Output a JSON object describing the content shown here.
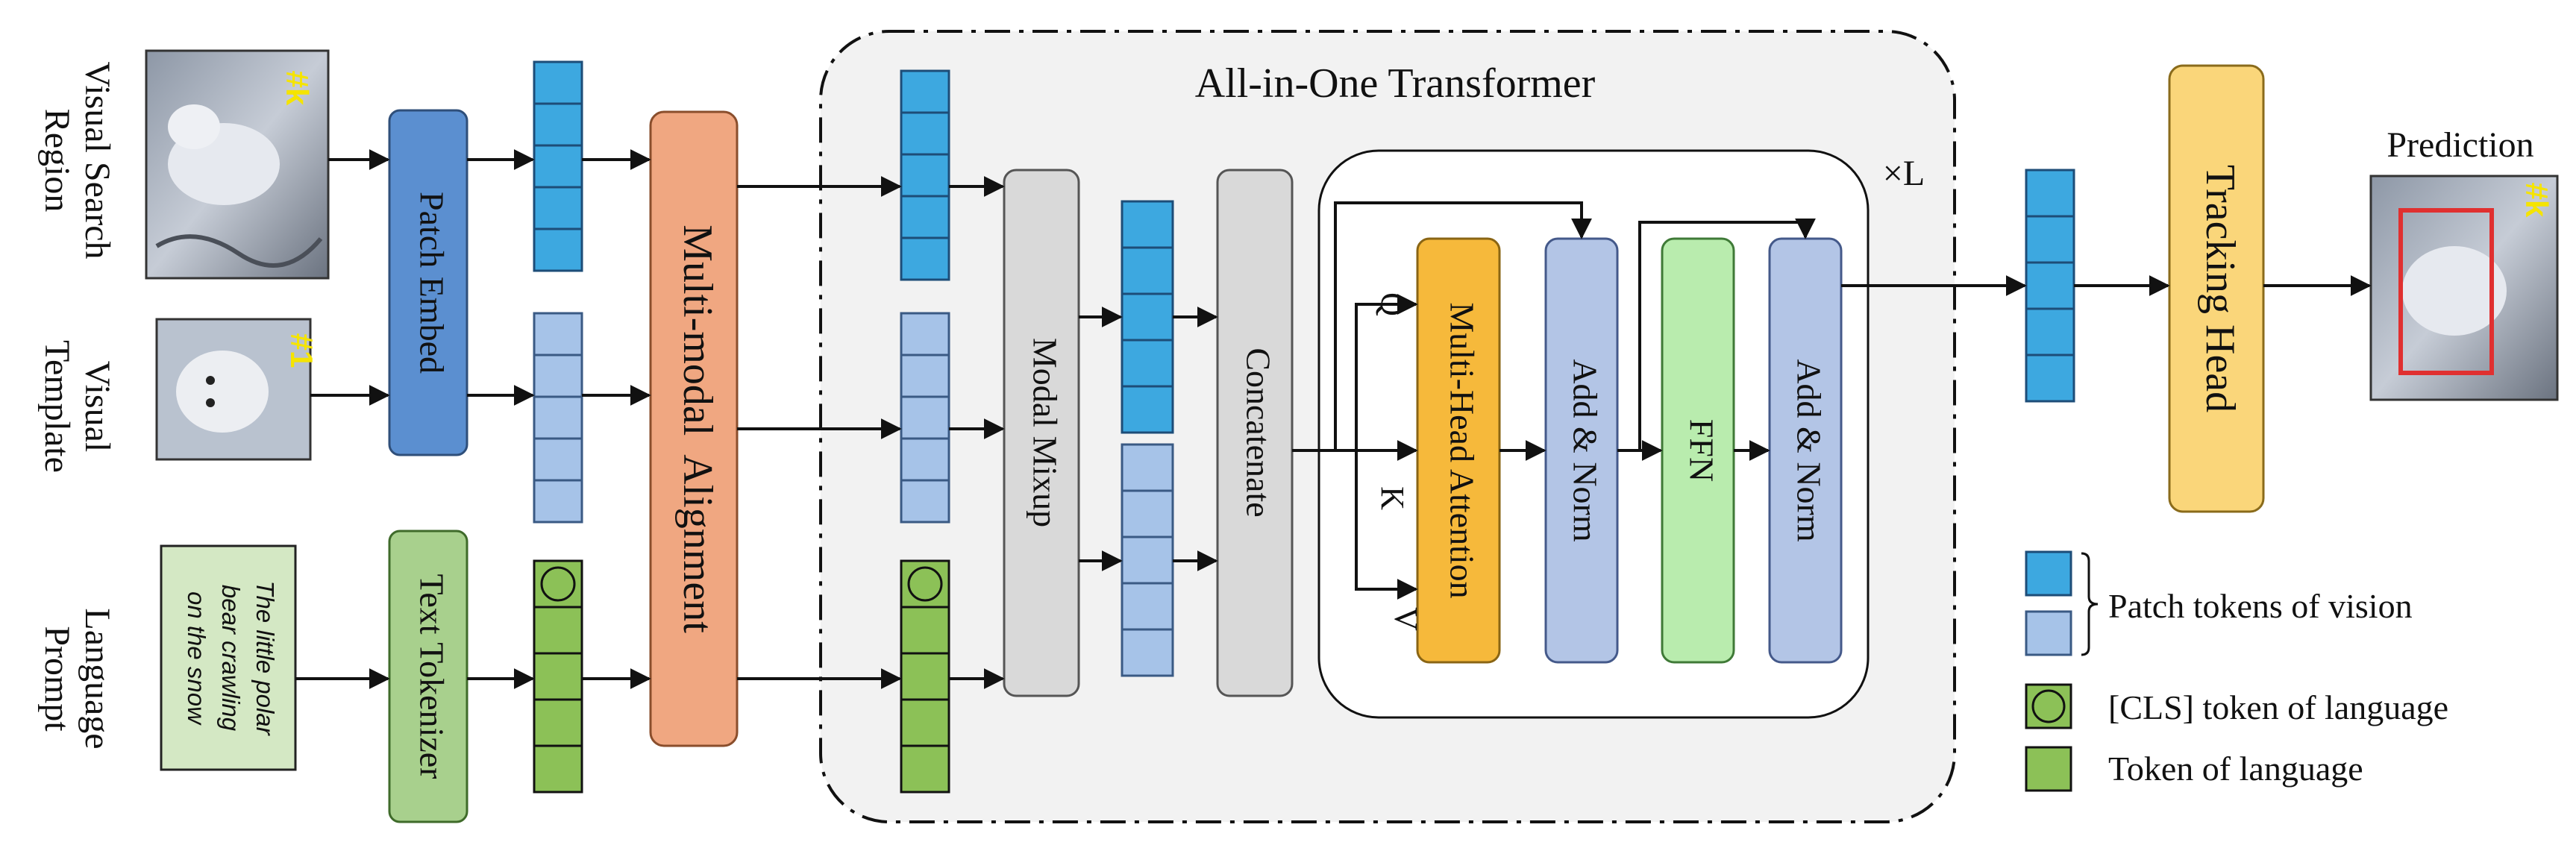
{
  "inputs": {
    "search_label": [
      "Visual Search",
      "Region"
    ],
    "template_label": [
      "Visual",
      "Template"
    ],
    "prompt_label": [
      "Language",
      "Prompt"
    ],
    "search_tag": "#k",
    "template_tag": "#1",
    "prompt_text": [
      "The little polar",
      "bear crawling",
      "on the snow"
    ]
  },
  "modules": {
    "patch_embed": "Patch Embed",
    "text_tokenizer": "Text Tokenizer",
    "alignment": "Multi-modal  Alignment",
    "transformer_title": "All-in-One Transformer",
    "modal_mixup": "Modal Mixup",
    "concatenate": "Concatenate",
    "mha": "Multi-Head Attention",
    "add_norm_1": "Add & Norm",
    "ffn": "FFN",
    "add_norm_2": "Add & Norm",
    "repeat": "×L",
    "q": "Q",
    "k": "K",
    "v": "V",
    "tracking_head": "Tracking Head"
  },
  "output": {
    "prediction_label": "Prediction",
    "prediction_tag": "#k"
  },
  "legend": {
    "patch_tokens": "Patch tokens of vision",
    "cls_token": "[CLS] token of language",
    "lang_token": "Token of language"
  },
  "colors": {
    "search_token": "#3da8e0",
    "template_token": "#a6c3e8",
    "lang_token": "#8cc157",
    "patch_embed": "#5b8fd0",
    "text_tokenizer": "#a8d08d",
    "alignment": "#f0a781",
    "gray_module": "#d9d9d9",
    "mha": "#f6b93b",
    "add_norm": "#b3c5e6",
    "ffn": "#b9ecae",
    "tracking_head": "#fad67a",
    "prompt_box": "#d4e8c4",
    "transformer_bg": "#f2f2f2",
    "tag": "#f5e400",
    "pred_box": "#e03030"
  }
}
